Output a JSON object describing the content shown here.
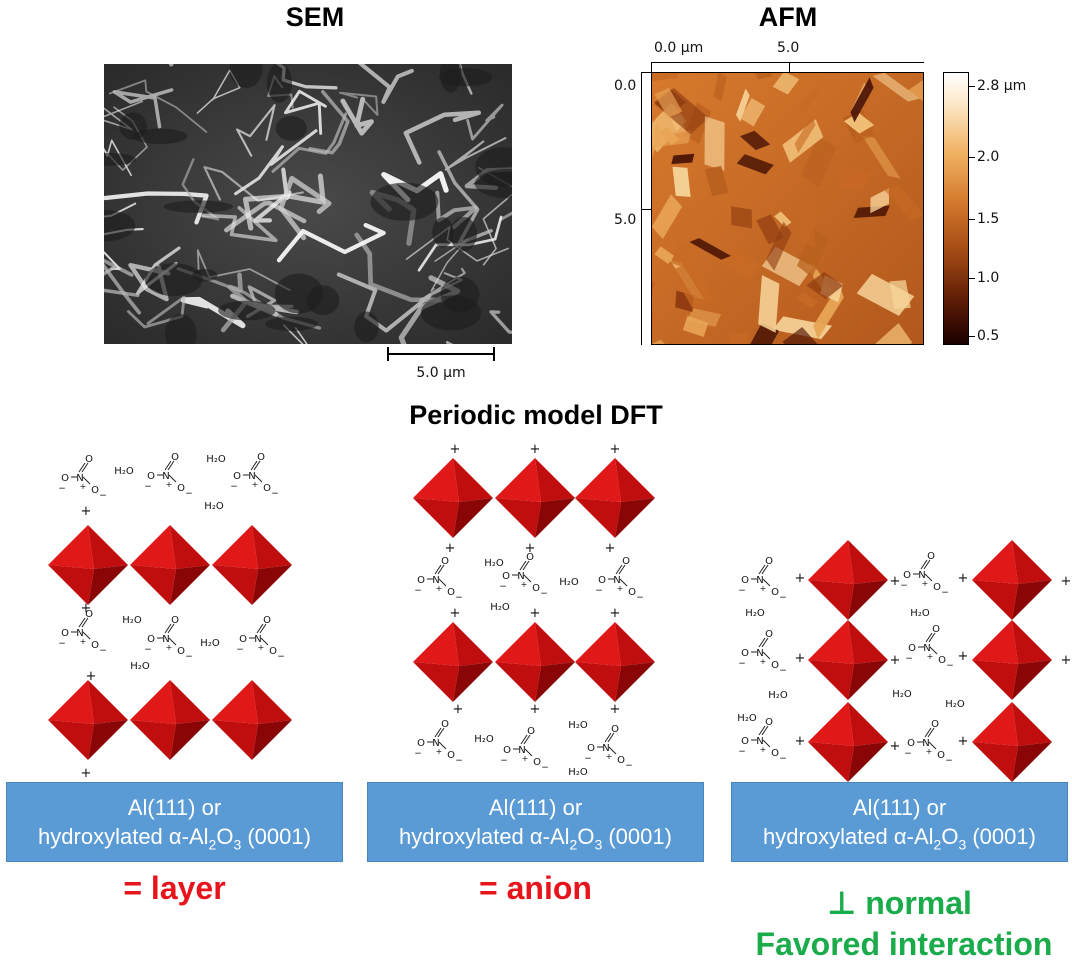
{
  "sem": {
    "title": "SEM",
    "scalebar_label": "5.0 µm"
  },
  "afm": {
    "title": "AFM",
    "top_ticks": [
      "0.0 µm",
      "5.0"
    ],
    "left_ticks": [
      "0.0",
      "5.0"
    ],
    "colorbar_ticks": [
      "2.8 µm",
      "2.0",
      "1.5",
      "1.0",
      "0.5"
    ]
  },
  "section_title": "Periodic model DFT",
  "labels": {
    "plus": "+",
    "water": "H₂O",
    "nitrate_n": "N",
    "nitrate_o": "O",
    "minus": "−"
  },
  "models": [
    {
      "substrate_line1": "Al(111) or",
      "substrate_line2_prefix": "hydroxylated α-Al",
      "substrate_sub1": "2",
      "substrate_mid": "O",
      "substrate_sub2": "3",
      "substrate_suffix": " (0001)",
      "verdict": "= layer"
    },
    {
      "substrate_line1": "Al(111) or",
      "substrate_line2_prefix": "hydroxylated α-Al",
      "substrate_sub1": "2",
      "substrate_mid": "O",
      "substrate_sub2": "3",
      "substrate_suffix": " (0001)",
      "verdict": "= anion"
    },
    {
      "substrate_line1": "Al(111) or",
      "substrate_line2_prefix": "hydroxylated α-Al",
      "substrate_sub1": "2",
      "substrate_mid": "O",
      "substrate_sub2": "3",
      "substrate_suffix": " (0001)",
      "verdict": "⊥ normal",
      "verdict2": "Favored interaction"
    }
  ],
  "colors": {
    "octahedron_light": "#e01818",
    "octahedron_mid": "#c00d0d",
    "octahedron_dark": "#8a0606",
    "substrate": "#5b9bd5",
    "verdict_red": "#e8141b",
    "verdict_green": "#1aab4a"
  }
}
